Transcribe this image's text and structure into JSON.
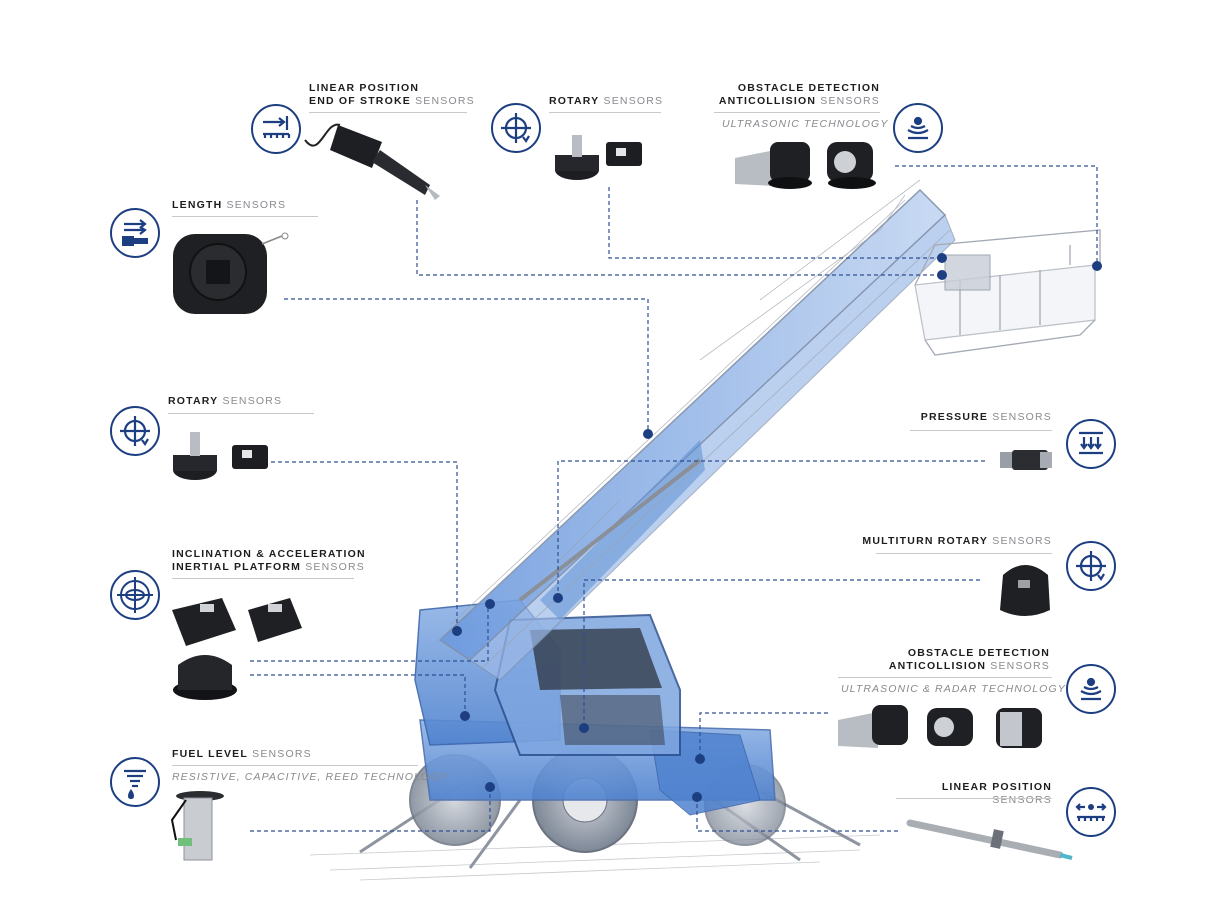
{
  "colors": {
    "accent": "#1d3f82",
    "dashed_line": "#2f4f95",
    "machine_blue": "#5c8fd6",
    "label_text": "#1d1d1f",
    "label_light": "#8a8a8f"
  },
  "labels": {
    "linear_eos": {
      "line1_bold": "LINEAR POSITION",
      "line2_bold": "END OF STROKE",
      "line2_light": "SENSORS",
      "icon": "linear-end-stroke-icon"
    },
    "rotary_top": {
      "bold": "ROTARY",
      "light": "SENSORS",
      "icon": "rotary-icon"
    },
    "obstacle_top": {
      "line1_bold": "OBSTACLE DETECTION",
      "line2_bold": "ANTICOLLISION",
      "line2_light": "SENSORS",
      "tech": "ULTRASONIC TECHNOLOGY",
      "icon": "ultrasonic-icon"
    },
    "length": {
      "bold": "LENGTH",
      "light": "SENSORS",
      "icon": "length-icon"
    },
    "rotary_left": {
      "bold": "ROTARY",
      "light": "SENSORS",
      "icon": "rotary-icon"
    },
    "pressure": {
      "bold": "PRESSURE",
      "light": "SENSORS",
      "icon": "pressure-icon"
    },
    "inclination": {
      "line1_bold": "INCLINATION & ACCELERATION",
      "line2_bold": "INERTIAL PLATFORM",
      "line2_light": "SENSORS",
      "icon": "inclination-icon"
    },
    "multiturn": {
      "bold": "MULTITURN ROTARY",
      "light": "SENSORS",
      "icon": "rotary-icon"
    },
    "obstacle_bottom": {
      "line1_bold": "OBSTACLE DETECTION",
      "line2_bold": "ANTICOLLISION",
      "line2_light": "SENSORS",
      "tech": "ULTRASONIC & RADAR TECHNOLOGY",
      "icon": "ultrasonic-icon"
    },
    "fuel": {
      "bold": "FUEL LEVEL",
      "light": "SENSORS",
      "tech": "RESISTIVE, CAPACITIVE, REED TECHNOLOGY",
      "icon": "fuel-level-icon"
    },
    "linear": {
      "bold": "LINEAR POSITION",
      "light": "SENSORS",
      "icon": "linear-position-icon"
    }
  }
}
